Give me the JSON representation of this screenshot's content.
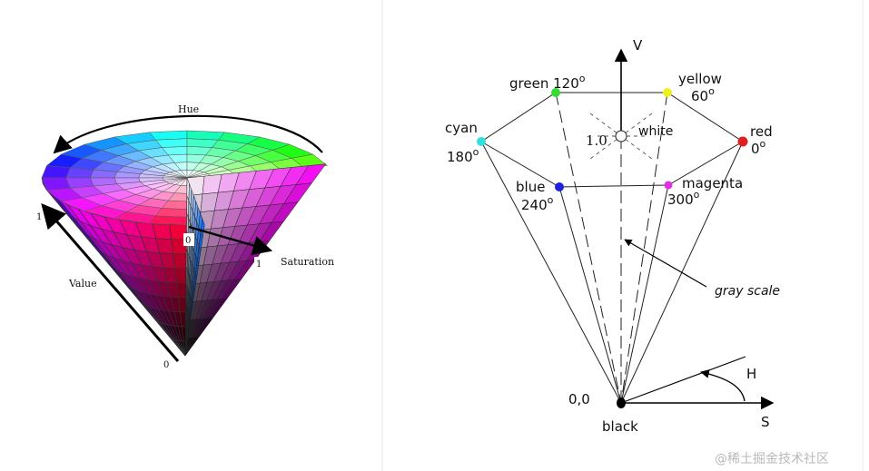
{
  "left_cone": {
    "hue_label": "Hue",
    "value_label": "Value",
    "saturation_label": "Saturation",
    "value_top_tick": "1",
    "value_bottom_tick": "0",
    "sat_start_tick": "0",
    "sat_end_tick": "1"
  },
  "right_hexcone": {
    "v_axis_label": "V",
    "h_label": "H",
    "s_label": "S",
    "origin_label": "0,0",
    "black_label": "black",
    "white_label": "white",
    "top_value_label": "1.0",
    "gray_scale_label": "gray scale",
    "vertices": [
      {
        "name": "green",
        "angle": "120",
        "color": "#33dd33"
      },
      {
        "name": "yellow",
        "angle": "60",
        "color": "#f0f020"
      },
      {
        "name": "red",
        "angle": "0",
        "color": "#e02020"
      },
      {
        "name": "magenta",
        "angle": "300",
        "color": "#e030e0"
      },
      {
        "name": "blue",
        "angle": "240",
        "color": "#2020e0"
      },
      {
        "name": "cyan",
        "angle": "180",
        "color": "#30e0e0"
      }
    ],
    "degree_symbol": "o"
  },
  "watermark": "@稀土掘金技术社区"
}
